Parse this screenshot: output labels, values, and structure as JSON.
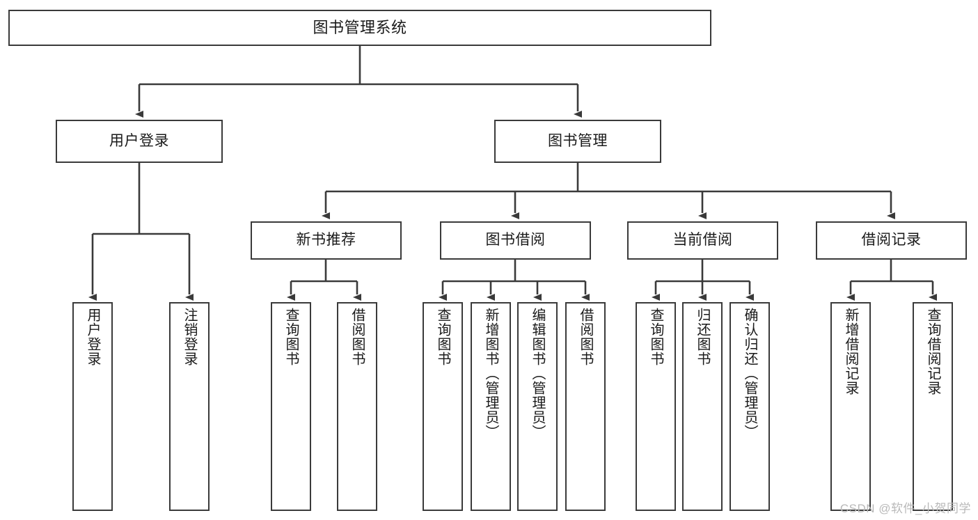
{
  "diagram": {
    "title": "图书管理系统",
    "watermark": "CSDN @软件_小贺同学",
    "colors": {
      "background": "#ffffff",
      "box_border": "#3a3a3a",
      "connector": "#3a3a3a",
      "text": "#1a1a1a",
      "watermark": "#b9b9b9"
    },
    "root": {
      "label": "图书管理系统"
    },
    "level2": [
      {
        "label": "用户登录"
      },
      {
        "label": "图书管理"
      }
    ],
    "level3": [
      {
        "label": "新书推荐"
      },
      {
        "label": "图书借阅"
      },
      {
        "label": "当前借阅"
      },
      {
        "label": "借阅记录"
      }
    ],
    "leaves": {
      "user_login": [
        {
          "label": "用户登录"
        },
        {
          "label": "注销登录"
        }
      ],
      "new_book_recommend": [
        {
          "label": "查询图书"
        },
        {
          "label": "借阅图书"
        }
      ],
      "book_borrow": [
        {
          "label": "查询图书"
        },
        {
          "label": "新增图书（管理员）"
        },
        {
          "label": "编辑图书（管理员）"
        },
        {
          "label": "借阅图书"
        }
      ],
      "current_borrow": [
        {
          "label": "查询图书"
        },
        {
          "label": "归还图书"
        },
        {
          "label": "确认归还（管理员）"
        }
      ],
      "borrow_record": [
        {
          "label": "新增借阅记录"
        },
        {
          "label": "查询借阅记录"
        }
      ]
    }
  }
}
